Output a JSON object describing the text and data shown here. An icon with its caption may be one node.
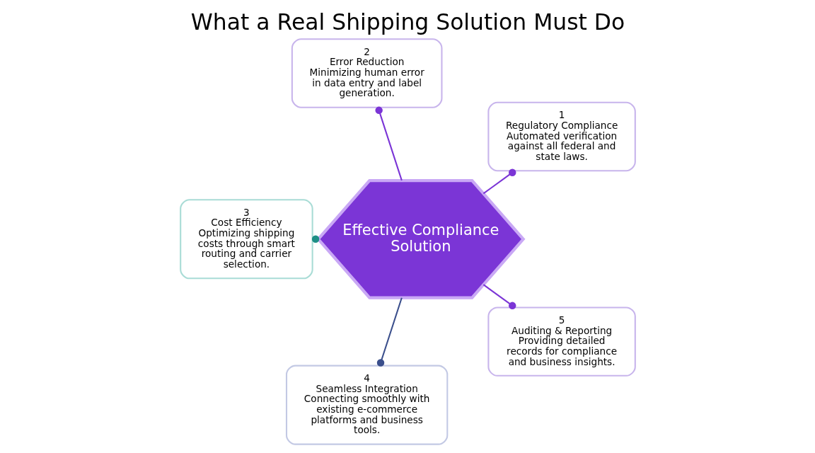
{
  "diagram": {
    "title": "What a Real Shipping Solution Must Do",
    "nodes": [
      {
        "text": [
          "Effective Compliance Solution"
        ]
      },
      {
        "text": [
          "1",
          "Regulatory Compliance",
          "Automated verification against all federal and state laws."
        ]
      },
      {
        "text": [
          "2",
          "Error Reduction",
          "Minimizing human error in data entry and label generation."
        ]
      },
      {
        "text": [
          "3",
          "Cost Efficiency",
          "Optimizing shipping costs through smart routing and carrier selection."
        ]
      },
      {
        "text": [
          "4",
          "Seamless Integration",
          "Connecting smoothly with existing e-commerce platforms and business tools."
        ]
      },
      {
        "text": [
          "5",
          "Auditing & Reporting",
          "Providing detailed records for compliance and business insights."
        ]
      }
    ],
    "edges": [
      {
        "from": 0,
        "to": 1,
        "arrow": "other"
      },
      {
        "from": 0,
        "to": 2,
        "arrow": "other"
      },
      {
        "from": 0,
        "to": 3,
        "arrow": "other",
        "color": "#1f8f86"
      },
      {
        "from": 0,
        "to": 4,
        "arrow": "other",
        "color": "#3b4f8c"
      },
      {
        "from": 0,
        "to": 5,
        "arrow": "other"
      }
    ]
  }
}
